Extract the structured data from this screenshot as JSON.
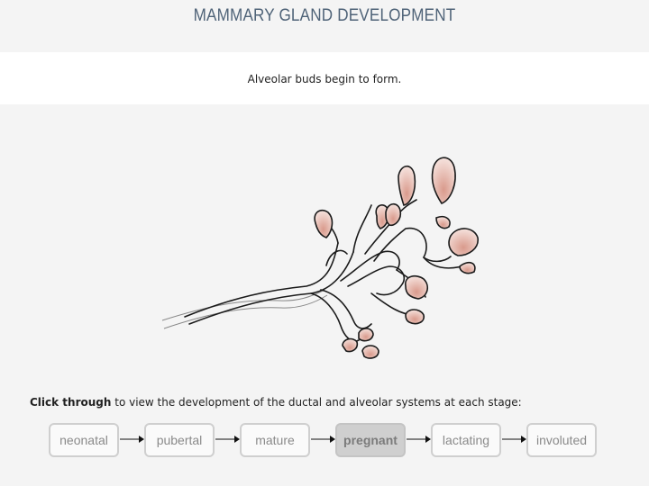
{
  "header": {
    "title": "MAMMARY GLAND DEVELOPMENT"
  },
  "caption": {
    "text": "Alveolar buds begin to form."
  },
  "instruction": {
    "bold": "Click through",
    "rest": " to view the development of the ductal and alveolar systems at each stage:"
  },
  "stages": [
    {
      "label": "neonatal",
      "active": false
    },
    {
      "label": "pubertal",
      "active": false
    },
    {
      "label": "mature",
      "active": false
    },
    {
      "label": "pregnant",
      "active": true
    },
    {
      "label": "lactating",
      "active": false
    },
    {
      "label": "involuted",
      "active": false
    }
  ],
  "colors": {
    "title": "#4f6378",
    "bud_fill": "#e3b5a8",
    "button_border": "#cfcfcf",
    "active_button": "#cfcfcf"
  }
}
